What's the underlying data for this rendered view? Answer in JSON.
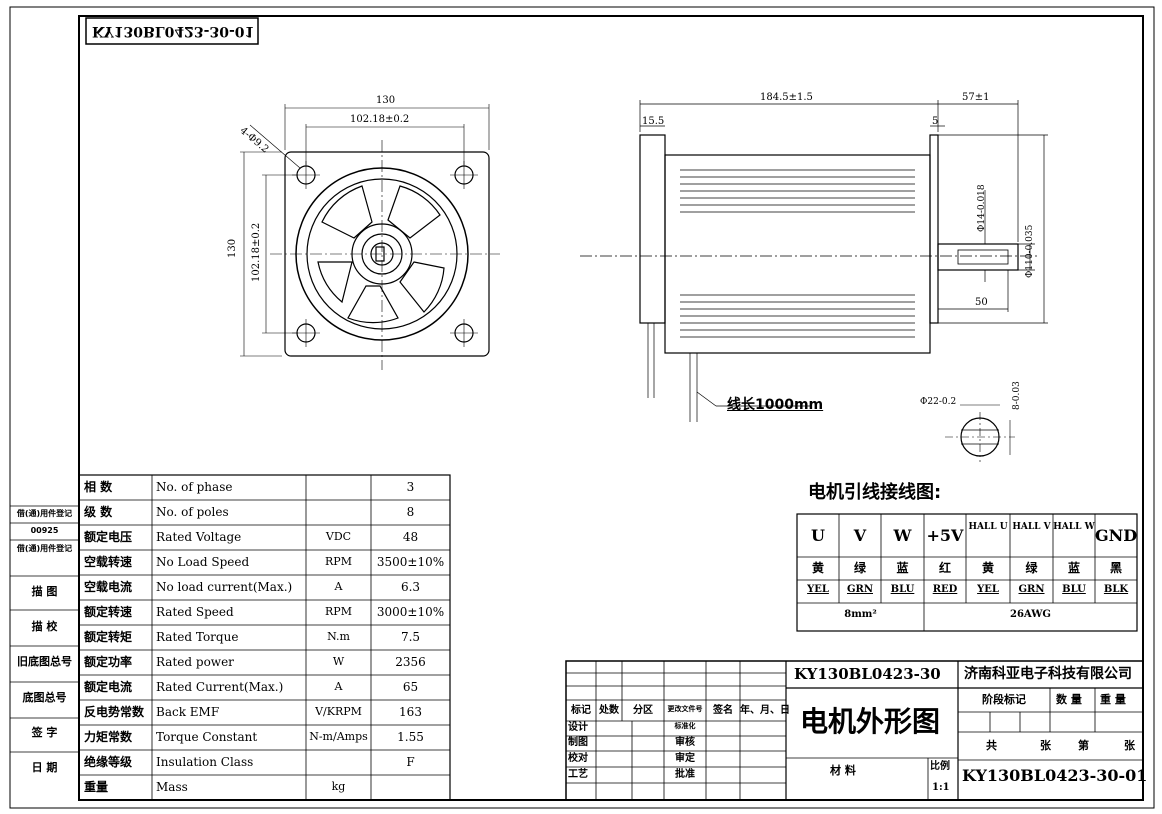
{
  "drawing_number_mirrored": "KY130BL0423-30-01",
  "front_view": {
    "dim_overall": "130",
    "dim_pcd": "102.18±0.2",
    "dim_hole": "4-Φ9.2",
    "dim_overall_v": "130",
    "dim_pcd_v": "102.18±0.2"
  },
  "side_view": {
    "dim_length": "184.5±1.5",
    "dim_shaft": "57±1",
    "dim_flange": "15.5",
    "dim_step": "5",
    "dim_key_len": "50",
    "dim_pilot": "Φ110-0.035",
    "dim_shaft_dia": "Φ14-0.018",
    "cable_note": "线长1000mm",
    "key_width": "Φ22-0.2",
    "key_h": "8-0.03"
  },
  "wiring": {
    "title": "电机引线接线图:",
    "headers": [
      "U",
      "V",
      "W",
      "+5V",
      "HALL U",
      "HALL V",
      "HALL W",
      "GND"
    ],
    "colors_cn": [
      "黄",
      "绿",
      "蓝",
      "红",
      "黄",
      "绿",
      "蓝",
      "黑"
    ],
    "colors_en": [
      "YEL",
      "GRN",
      "BLU",
      "RED",
      "YEL",
      "GRN",
      "BLU",
      "BLK"
    ],
    "wire1": "8mm²",
    "wire2": "26AWG"
  },
  "spec_rows": [
    [
      "相 数",
      "No. of phase",
      "",
      "3"
    ],
    [
      "级 数",
      "No. of poles",
      "",
      "8"
    ],
    [
      "额定电压",
      "Rated Voltage",
      "VDC",
      "48"
    ],
    [
      "空载转速",
      "No Load Speed",
      "RPM",
      "3500±10%"
    ],
    [
      "空载电流",
      "No load current(Max.)",
      "A",
      "6.3"
    ],
    [
      "额定转速",
      "Rated Speed",
      "RPM",
      "3000±10%"
    ],
    [
      "额定转矩",
      "Rated Torque",
      "N.m",
      "7.5"
    ],
    [
      "额定功率",
      "Rated power",
      "W",
      "2356"
    ],
    [
      "额定电流",
      "Rated Current(Max.)",
      "A",
      "65"
    ],
    [
      "反电势常数",
      "Back EMF",
      "V/KRPM",
      "163"
    ],
    [
      "力矩常数",
      "Torque Constant",
      "N-m/Amps",
      "1.55"
    ],
    [
      "绝缘等级",
      "Insulation Class",
      "",
      "F"
    ],
    [
      "重量",
      "Mass",
      "kg",
      ""
    ]
  ],
  "left_margin": [
    "借(通)用件登记",
    "00925",
    "借(通)用件登记",
    "描 图",
    "描 校",
    "旧底图总号",
    "底图总号",
    "签 字",
    "日 期"
  ],
  "title_block": {
    "model": "KY130BL0423-30",
    "company": "济南科亚电子科技有限公司",
    "drawing_title": "电机外形图",
    "drawing_number": "KY130BL0423-30-01",
    "stage_mark": "阶段标记",
    "quantity": "数 量",
    "weight": "重 量",
    "sheets": [
      "共",
      "张",
      "第",
      "张"
    ],
    "material": "材  料",
    "scale_label": "比例",
    "scale": "1:1",
    "rev_headers": [
      "标记",
      "处数",
      "分区",
      "更改文件号",
      "签名",
      "年、月、日"
    ],
    "roles_left": [
      "设计",
      "制图",
      "校对",
      "工艺"
    ],
    "roles_right": [
      "标准化",
      "审核",
      "审定",
      "批准"
    ]
  }
}
